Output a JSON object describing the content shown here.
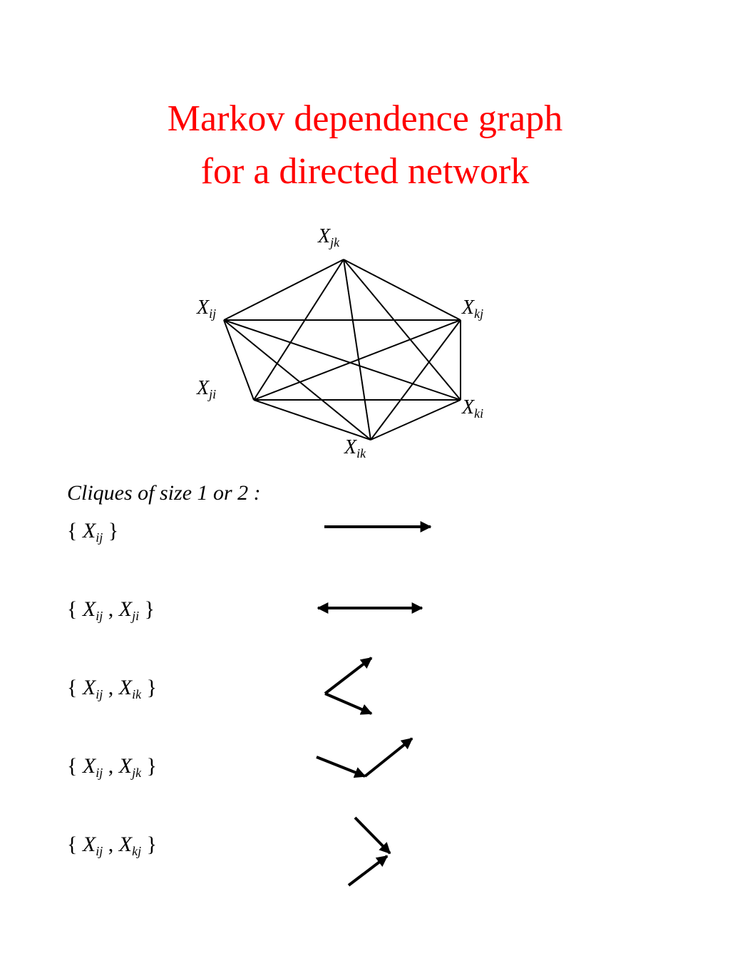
{
  "title": {
    "line1": "Markov dependence graph",
    "line2": "for a directed network",
    "color": "#ff0000"
  },
  "nodes": {
    "jk": {
      "base": "X",
      "sub": "jk"
    },
    "ij": {
      "base": "X",
      "sub": "ij"
    },
    "kj": {
      "base": "X",
      "sub": "kj"
    },
    "ji": {
      "base": "X",
      "sub": "ji"
    },
    "ki": {
      "base": "X",
      "sub": "ki"
    },
    "ik": {
      "base": "X",
      "sub": "ik"
    }
  },
  "cliques": {
    "heading": "Cliques of size 1 or 2 :",
    "open": "{",
    "close": "}",
    "comma": ",",
    "items": [
      {
        "a_base": "X",
        "a_sub": "ij"
      },
      {
        "a_base": "X",
        "a_sub": "ij",
        "b_base": "X",
        "b_sub": "ji"
      },
      {
        "a_base": "X",
        "a_sub": "ij",
        "b_base": "X",
        "b_sub": "ik"
      },
      {
        "a_base": "X",
        "a_sub": "ij",
        "b_base": "X",
        "b_sub": "jk"
      },
      {
        "a_base": "X",
        "a_sub": "ij",
        "b_base": "X",
        "b_sub": "kj"
      }
    ]
  }
}
